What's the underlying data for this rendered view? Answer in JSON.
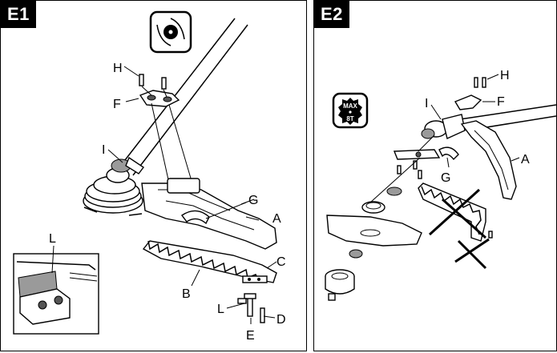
{
  "panels": [
    {
      "tag": "E1",
      "labels": {
        "A": "A",
        "B": "B",
        "C": "C",
        "D": "D",
        "E": "E",
        "F": "F",
        "G": "G",
        "H": "H",
        "I": "I",
        "L": "L",
        "L_inset": "L"
      }
    },
    {
      "tag": "E2",
      "badge": {
        "line1": "MAX",
        "line2": "8T"
      },
      "labels": {
        "A": "A",
        "F": "F",
        "G": "G",
        "H": "H",
        "I": "I"
      }
    }
  ],
  "colors": {
    "line": "#000000",
    "panel_tag_bg": "#000000",
    "panel_tag_text": "#ffffff"
  },
  "icons": [
    "trimmer-line-head-icon",
    "max-8t-blade-badge-icon"
  ]
}
